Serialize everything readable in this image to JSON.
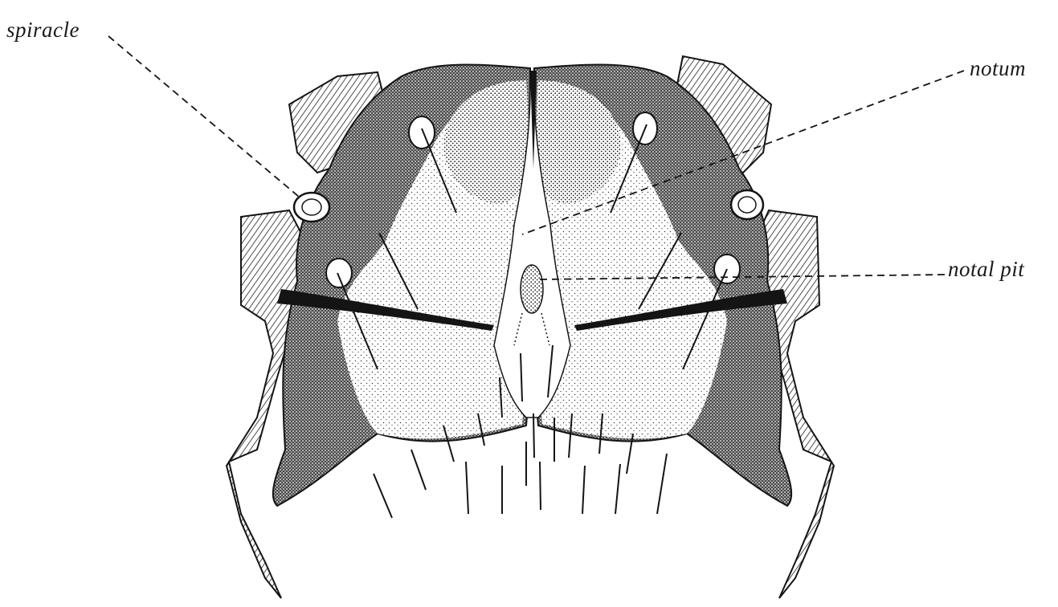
{
  "labels": {
    "spiracle": "spiracle",
    "notum": "notum",
    "notal_pit": "notal pit"
  },
  "colors": {
    "ink": "#141414",
    "paper": "#ffffff",
    "stipple": "#2a2a2a"
  }
}
